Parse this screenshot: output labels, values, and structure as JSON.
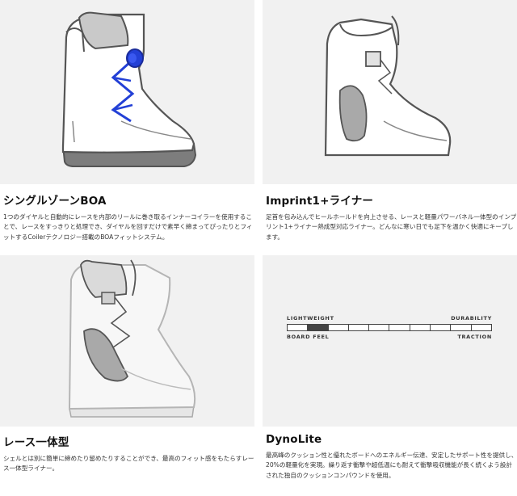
{
  "features": [
    {
      "title": "シングルゾーンBOA",
      "description": "1つのダイヤルと自動的にレースを内部のリールに巻き取るインナーコイラーを使用することで、レースをすっきりと処理でき、ダイヤルを回すだけで素早く締まってぴったりとフィットするCoilerテクノロジー搭載のBOAフィットシステム。"
    },
    {
      "title": "Imprint1+ライナー",
      "description": "足首を包み込んでヒールホールドを向上させる、レースと軽量パワーバネル一体型のインプリント1+ライナー熱成型対応ライナー。どんなに寒い日でも足下を温かく快適にキープします。"
    },
    {
      "title": "レース一体型",
      "description": "シェルとは別に簡単に締めたり留めたりすることができ、最高のフィット感をもたらすレース一体型ライナー。"
    },
    {
      "title": "DynoLite",
      "description": "最高峰のクッション性と優れたボードへのエネルギー伝達、安定したサポート性を提供し、20%の軽量化を実現。繰り返す衝撃や超低温にも耐えて衝撃吸収機能が長く続くよう設計された独自のクッションコンパウンドを使用。"
    }
  ],
  "scale": {
    "top_left": "LIGHTWEIGHT",
    "top_right": "DURABILITY",
    "bottom_left": "BOARD FEEL",
    "bottom_right": "TRACTION",
    "segments": 10,
    "active_segment": 2
  },
  "colors": {
    "panel_bg": "#f1f1f1",
    "boa_blue": "#2340d6",
    "outline": "#555555",
    "liner_gray": "#a9a9a9"
  }
}
